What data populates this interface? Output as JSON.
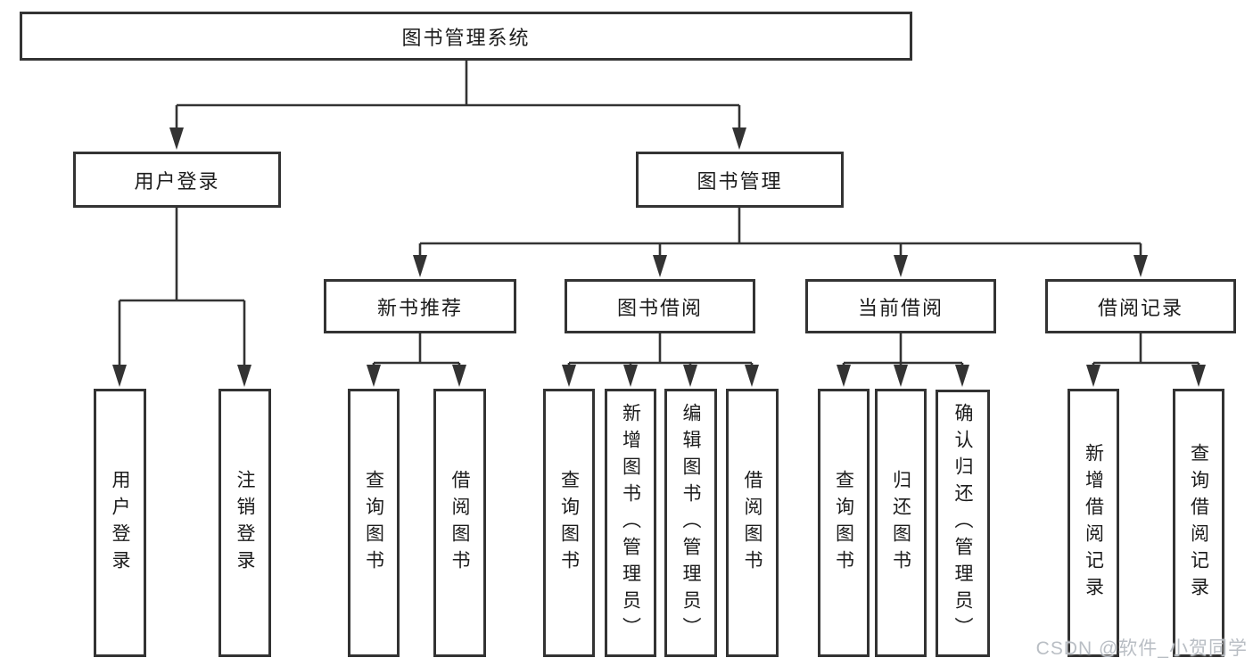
{
  "tree": {
    "label": "图书管理系统",
    "children": [
      {
        "label": "用户登录",
        "children": [
          {
            "label": "用户登录"
          },
          {
            "label": "注销登录"
          }
        ]
      },
      {
        "label": "图书管理",
        "children": [
          {
            "label": "新书推荐",
            "children": [
              {
                "label": "查询图书"
              },
              {
                "label": "借阅图书"
              }
            ]
          },
          {
            "label": "图书借阅",
            "children": [
              {
                "label": "查询图书"
              },
              {
                "label": "新增图书（管理员）"
              },
              {
                "label": "编辑图书（管理员）"
              },
              {
                "label": "借阅图书"
              }
            ]
          },
          {
            "label": "当前借阅",
            "children": [
              {
                "label": "查询图书"
              },
              {
                "label": "归还图书"
              },
              {
                "label": "确认归还（管理员）"
              }
            ]
          },
          {
            "label": "借阅记录",
            "children": [
              {
                "label": "新增借阅记录"
              },
              {
                "label": "查询借阅记录"
              }
            ]
          }
        ]
      }
    ]
  },
  "watermark": {
    "text": "CSDN @软件_小贺同学"
  },
  "colors": {
    "line": "#333333",
    "box_border": "#333333",
    "background": "#ffffff",
    "text": "#1c1c1c",
    "watermark": "#b9bec4"
  }
}
